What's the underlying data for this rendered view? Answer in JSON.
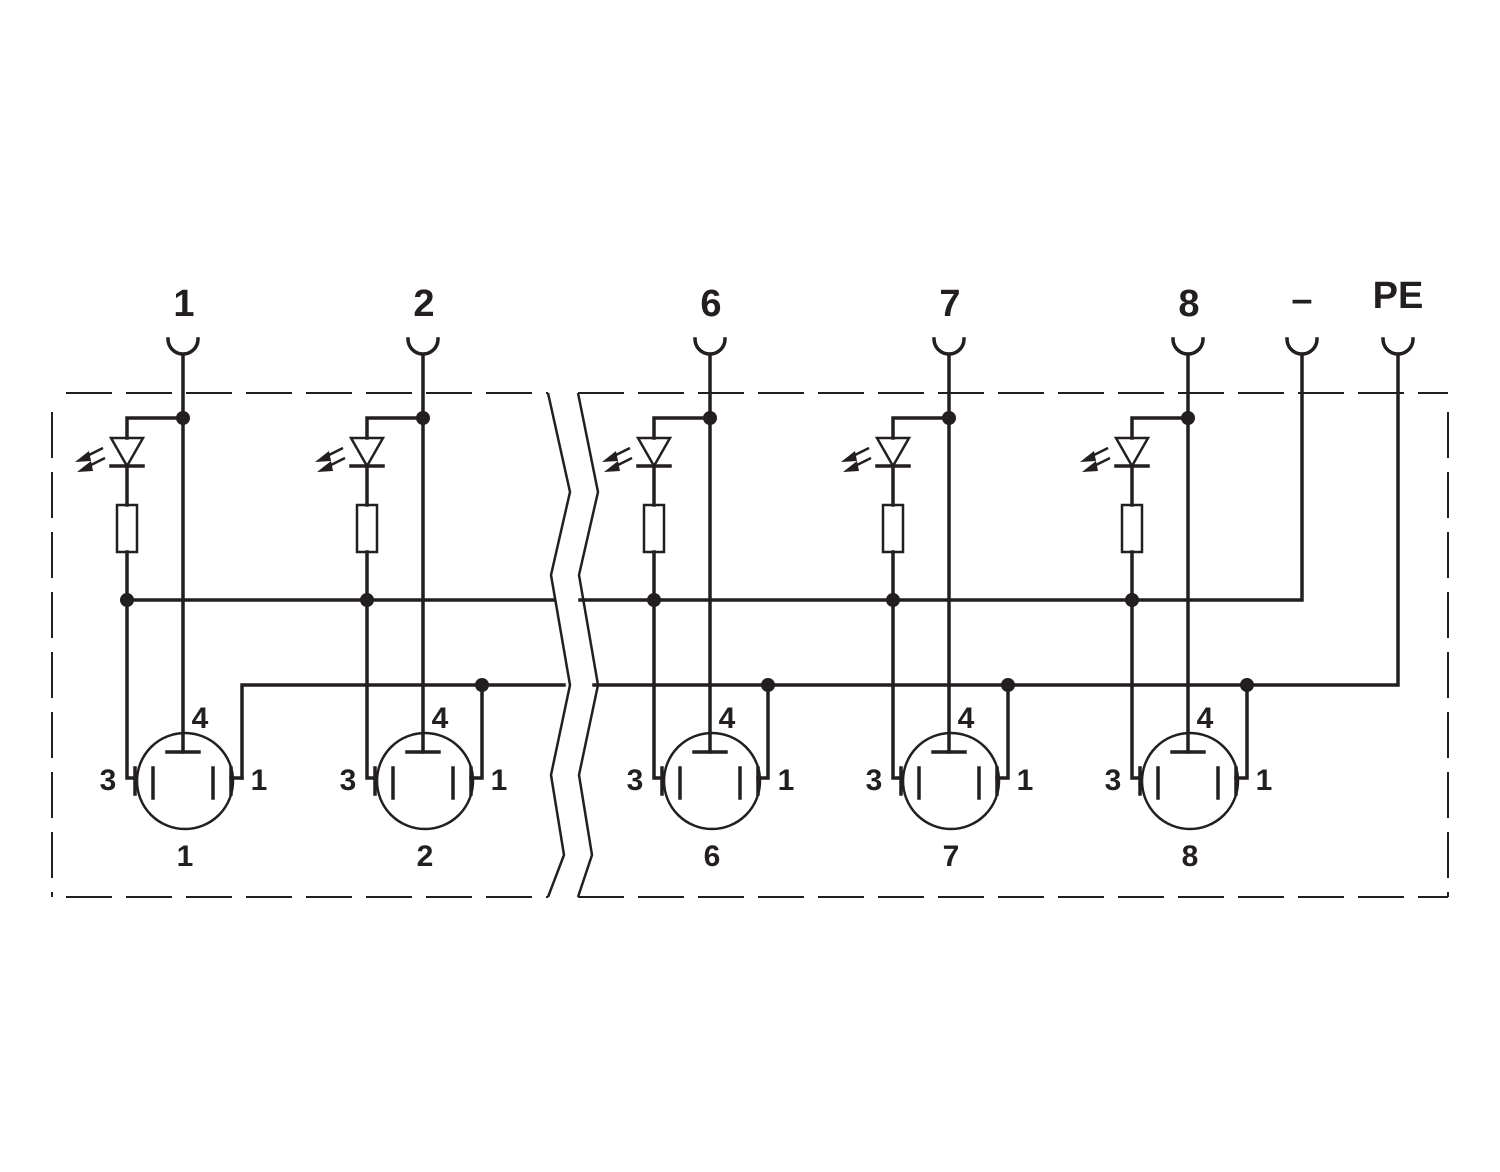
{
  "terminals": [
    {
      "label": "1"
    },
    {
      "label": "2"
    },
    {
      "label": "6"
    },
    {
      "label": "7"
    },
    {
      "label": "8"
    },
    {
      "label": "–"
    },
    {
      "label": "PE"
    }
  ],
  "connectors": [
    {
      "label": "1",
      "pin_left": "3",
      "pin_right": "1",
      "pin_top": "4"
    },
    {
      "label": "2",
      "pin_left": "3",
      "pin_right": "1",
      "pin_top": "4"
    },
    {
      "label": "6",
      "pin_left": "3",
      "pin_right": "1",
      "pin_top": "4"
    },
    {
      "label": "7",
      "pin_left": "3",
      "pin_right": "1",
      "pin_top": "4"
    },
    {
      "label": "8",
      "pin_left": "3",
      "pin_right": "1",
      "pin_top": "4"
    }
  ],
  "colors": {
    "line": "#231f20",
    "background": "#ffffff"
  }
}
